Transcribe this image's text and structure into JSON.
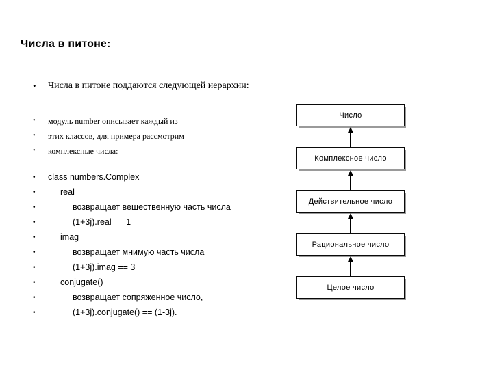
{
  "slide": {
    "title": "Числа в питоне:"
  },
  "intro": {
    "bullet_glyph": "•",
    "lines": [
      "Числа в питоне поддаются следующей иерархии:"
    ]
  },
  "description": {
    "bullet_glyph": "•",
    "lines": [
      "модуль number описывает каждый из",
      "этих классов, для примера рассмотрим",
      "комплексные числа:"
    ]
  },
  "code": {
    "bullet_glyph": "•",
    "lines": [
      {
        "indent": 0,
        "text": "class numbers.Complex"
      },
      {
        "indent": 1,
        "text": "real"
      },
      {
        "indent": 2,
        "text": "возвращает вещественную часть числа"
      },
      {
        "indent": 2,
        "text": "(1+3j).real == 1"
      },
      {
        "indent": 1,
        "text": "imag"
      },
      {
        "indent": 2,
        "text": "возвращает мнимую часть числа"
      },
      {
        "indent": 2,
        "text": "(1+3j).imag == 3"
      },
      {
        "indent": 1,
        "text": "conjugate()"
      },
      {
        "indent": 2,
        "text": "возвращает сопряженное число,"
      },
      {
        "indent": 2,
        "text": "(1+3j).conjugate() == (1-3j)."
      }
    ]
  },
  "diagram": {
    "orientation": "bottom-up",
    "nodes": [
      {
        "label": "Число"
      },
      {
        "label": "Комплексное число"
      },
      {
        "label": "Действительное число"
      },
      {
        "label": "Рациональное число"
      },
      {
        "label": "Целое число"
      }
    ],
    "arrow_direction": "up",
    "colors": {
      "box_border": "#0a0a0a",
      "box_fill": "#ffffff",
      "box_shadow": "#9a9a9a",
      "arrow": "#000000",
      "text": "#000000"
    }
  }
}
